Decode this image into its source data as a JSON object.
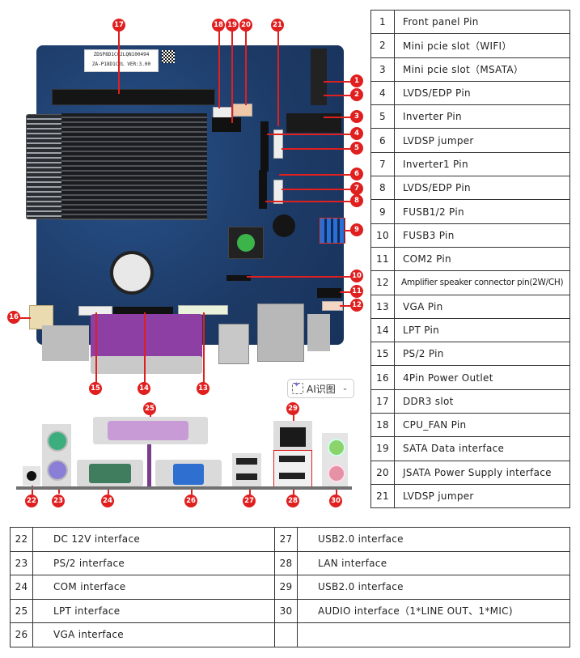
{
  "figure": {
    "board_sticker": {
      "line1": "ZDSP8D1C02LQN100494",
      "line2": "ZA-P18D1C2L  VER:3.00"
    },
    "callouts": [
      "1",
      "2",
      "3",
      "4",
      "5",
      "6",
      "7",
      "8",
      "9",
      "10",
      "11",
      "12",
      "13",
      "14",
      "15",
      "16",
      "17",
      "18",
      "19",
      "20",
      "21",
      "22",
      "23",
      "24",
      "25",
      "26",
      "27",
      "28",
      "29",
      "30"
    ],
    "ai_button": {
      "label": "AI识图",
      "icon": "sparkle-scan-icon",
      "chevron": "⌄"
    }
  },
  "board_table": {
    "rows": [
      {
        "num": "1",
        "label": "Front panel Pin"
      },
      {
        "num": "2",
        "label": "Mini pcie slot（WIFI）"
      },
      {
        "num": "3",
        "label": "Mini pcie slot（MSATA）"
      },
      {
        "num": "4",
        "label": "LVDS/EDP Pin"
      },
      {
        "num": "5",
        "label": "Inverter Pin"
      },
      {
        "num": "6",
        "label": "LVDSP jumper"
      },
      {
        "num": "7",
        "label": "Inverter1 Pin"
      },
      {
        "num": "8",
        "label": "LVDS/EDP Pin"
      },
      {
        "num": "9",
        "label": "FUSB1/2 Pin"
      },
      {
        "num": "10",
        "label": "FUSB3 Pin"
      },
      {
        "num": "11",
        "label": "COM2 Pin"
      },
      {
        "num": "12",
        "label": "Amplifier speaker connector pin(2W/CH)"
      },
      {
        "num": "13",
        "label": "VGA Pin"
      },
      {
        "num": "14",
        "label": "LPT Pin"
      },
      {
        "num": "15",
        "label": "PS/2 Pin"
      },
      {
        "num": "16",
        "label": "4Pin Power Outlet"
      },
      {
        "num": "17",
        "label": "DDR3 slot"
      },
      {
        "num": "18",
        "label": "CPU_FAN Pin"
      },
      {
        "num": "19",
        "label": "SATA Data interface"
      },
      {
        "num": "20",
        "label": "JSATA Power Supply interface"
      },
      {
        "num": "21",
        "label": "LVDSP jumper"
      }
    ]
  },
  "io_table": {
    "rows": [
      {
        "left": {
          "num": "22",
          "label": "DC 12V interface"
        },
        "right": {
          "num": "27",
          "label": "USB2.0 interface"
        }
      },
      {
        "left": {
          "num": "23",
          "label": "PS/2 interface"
        },
        "right": {
          "num": "28",
          "label": "LAN interface"
        }
      },
      {
        "left": {
          "num": "24",
          "label": "COM interface"
        },
        "right": {
          "num": "29",
          "label": "USB2.0 interface"
        }
      },
      {
        "left": {
          "num": "25",
          "label": "LPT interface"
        },
        "right": {
          "num": "30",
          "label": "AUDIO interface（1*LINE OUT、1*MIC)"
        }
      },
      {
        "left": {
          "num": "26",
          "label": "VGA interface"
        },
        "right": {
          "num": "",
          "label": ""
        }
      }
    ]
  },
  "colors": {
    "callout": "#e01f1f",
    "board": "#1f3f6e"
  }
}
